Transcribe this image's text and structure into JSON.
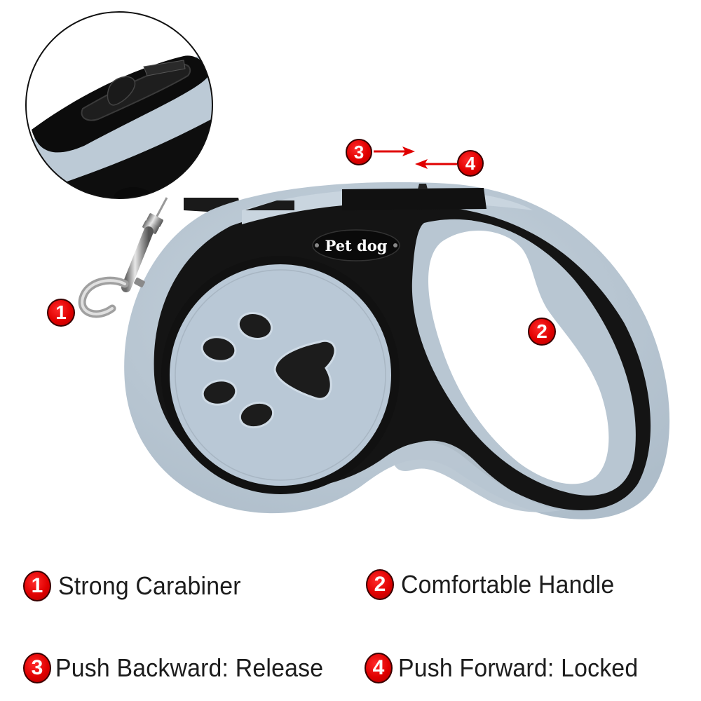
{
  "product": {
    "brand_label": "Pet dog",
    "colors": {
      "body_gray": "#b8c6d2",
      "body_black": "#141414",
      "callout_red": "#e00000",
      "text": "#1c1c1c"
    }
  },
  "callouts": [
    {
      "number": "1",
      "target": "carabiner"
    },
    {
      "number": "2",
      "target": "handle"
    },
    {
      "number": "3",
      "target": "button-backward"
    },
    {
      "number": "4",
      "target": "button-forward"
    }
  ],
  "legend": [
    {
      "number": "1",
      "label": "Strong Carabiner"
    },
    {
      "number": "2",
      "label": "Comfortable Handle"
    },
    {
      "number": "3",
      "label": "Push Backward: Release"
    },
    {
      "number": "4",
      "label": "Push Forward: Locked"
    }
  ]
}
